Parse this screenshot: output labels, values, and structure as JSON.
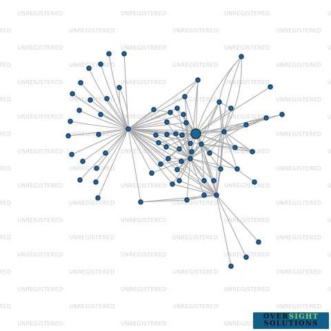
{
  "watermark_text": "UNREGISTERED",
  "logo": {
    "line1_part1": "OVER",
    "line1_part2": "SIGHT",
    "line2": "SOLUTIONS"
  },
  "colors": {
    "node_fill": "#1565a8",
    "focus_node_fill": "#8fd14f",
    "edge": "#a9a9a9",
    "watermark": "#d4d4d4",
    "logo_background": "#0f5f8a"
  },
  "network": {
    "node_count": 73,
    "focus_node_count": 1
  }
}
